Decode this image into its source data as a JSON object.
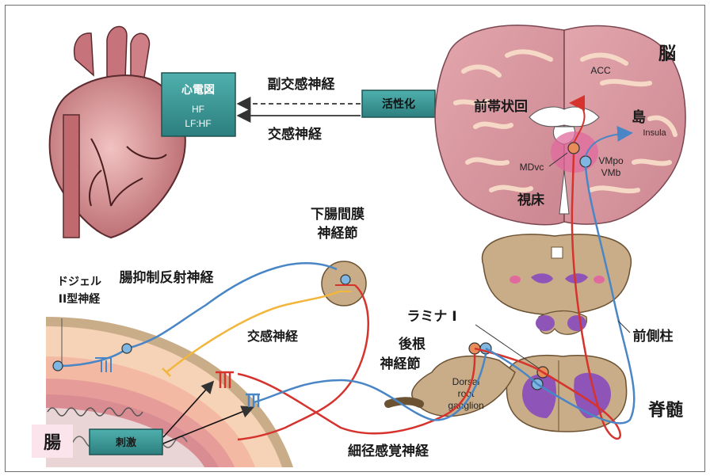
{
  "heart_box": {
    "title": "心電図",
    "line1": "HF",
    "line2": "LF:HF"
  },
  "activation_box": "活性化",
  "parasympathetic_label": "副交感神経",
  "sympathetic_label": "交感神経",
  "brain": {
    "title": "脳",
    "acc": "ACC",
    "anterior_cingulate": "前帯状回",
    "insula_jp": "島",
    "insula_en": "Insula",
    "mdvc": "MDvc",
    "vmpo": "VMpo",
    "vmb": "VMb",
    "thalamus": "視床"
  },
  "ganglion": {
    "line1": "下腸間膜",
    "line2": "神経節"
  },
  "enteric_reflex": "腸抑制反射神経",
  "dogiel": {
    "line1": "ドジェル",
    "line2": "II型神経"
  },
  "sympathetic_gut": "交感神経",
  "lamina": "ラミナ I",
  "drg": {
    "line1": "後根",
    "line2": "神経節"
  },
  "drg_en": {
    "line1": "Dorsal",
    "line2": "root",
    "line3": "ganglion"
  },
  "anterolateral": "前側柱",
  "spinal_cord": "脊髄",
  "gut": "腸",
  "stimulus": "刺激",
  "afferent": "細径感覚神経",
  "colors": {
    "box_fill": "#3f9c9a",
    "blue_nerve": "#4a86c5",
    "red_nerve": "#d6332d",
    "yellow_nerve": "#f2b63c",
    "brain_pink": "#d9959e",
    "spinal_tan": "#bfa07e",
    "purple": "#8e54b8"
  }
}
